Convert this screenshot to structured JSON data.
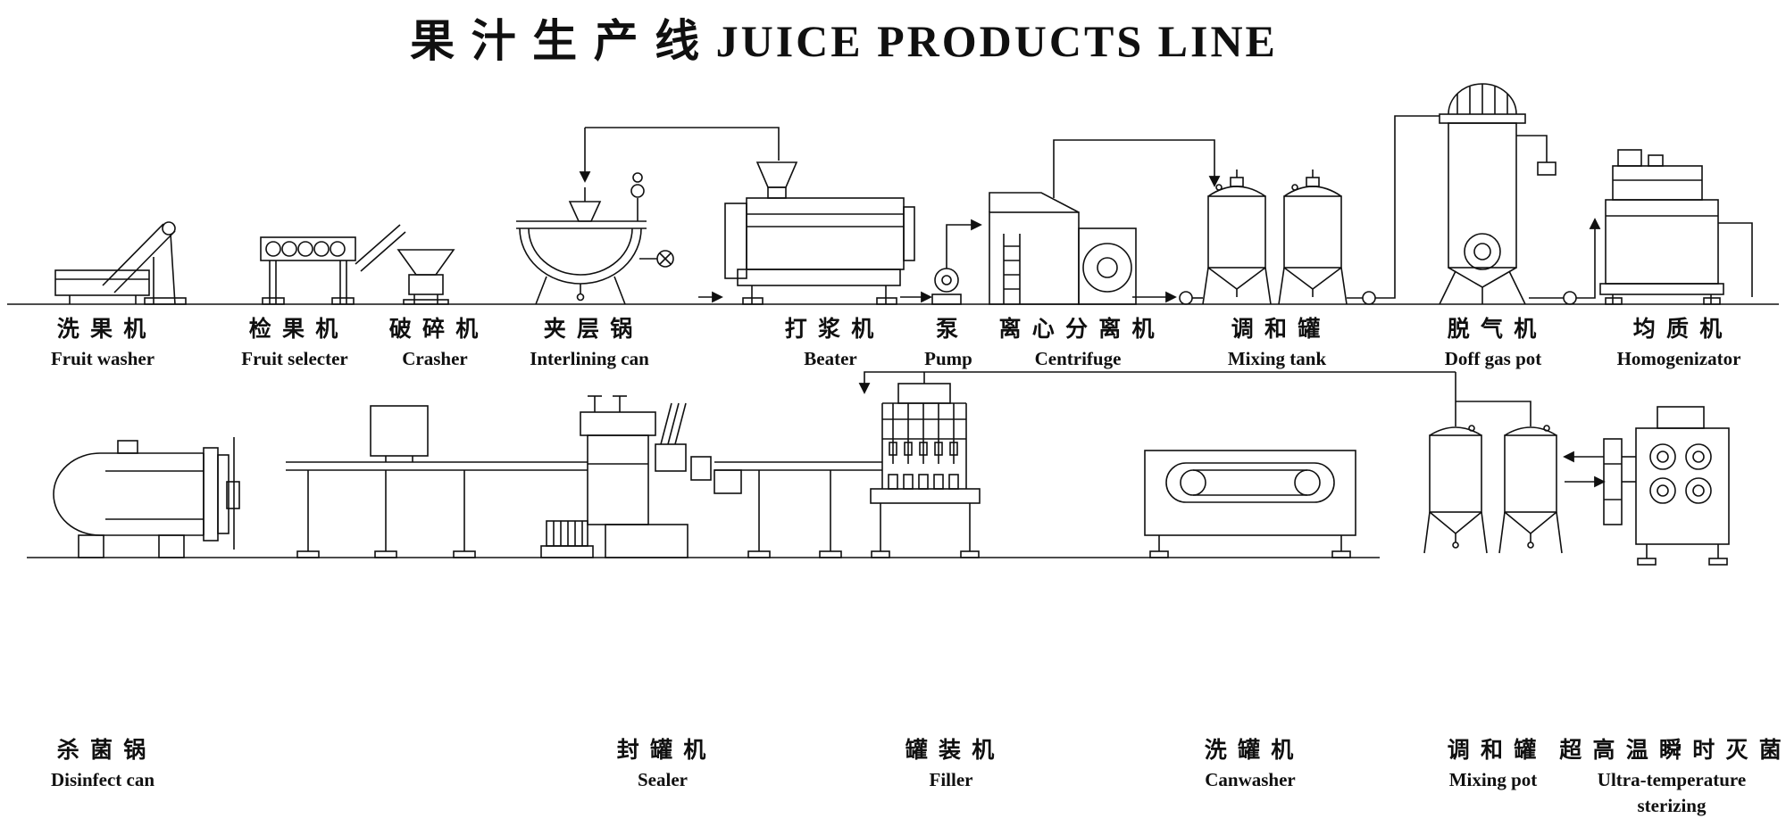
{
  "title": "果 汁 生 产 线 JUICE PRODUCTS LINE",
  "colors": {
    "line": "#101010",
    "background": "#ffffff"
  },
  "top_row": [
    {
      "zh": "洗 果 机",
      "en": "Fruit washer"
    },
    {
      "zh": "检 果 机",
      "en": "Fruit selecter"
    },
    {
      "zh": "破 碎 机",
      "en": "Crasher"
    },
    {
      "zh": "夹 层 锅",
      "en": "Interlining can"
    },
    {
      "zh": "打 浆 机",
      "en": "Beater"
    },
    {
      "zh": "泵",
      "en": "Pump"
    },
    {
      "zh": "离 心 分 离 机",
      "en": "Centrifuge"
    },
    {
      "zh": "调 和 罐",
      "en": "Mixing tank"
    },
    {
      "zh": "脱 气 机",
      "en": "Doff gas pot"
    },
    {
      "zh": "均 质 机",
      "en": "Homogenizator"
    }
  ],
  "bottom_row": [
    {
      "zh": "杀 菌 锅",
      "en": "Disinfect can"
    },
    {
      "zh": "封 罐 机",
      "en": "Sealer"
    },
    {
      "zh": "罐 装 机",
      "en": "Filler"
    },
    {
      "zh": "洗 罐 机",
      "en": "Canwasher"
    },
    {
      "zh": "调 和 罐",
      "en": "Mixing pot"
    },
    {
      "zh": "超 高 温 瞬 时 灭 菌",
      "en": "Ultra-temperature",
      "en2": "sterizing"
    }
  ]
}
